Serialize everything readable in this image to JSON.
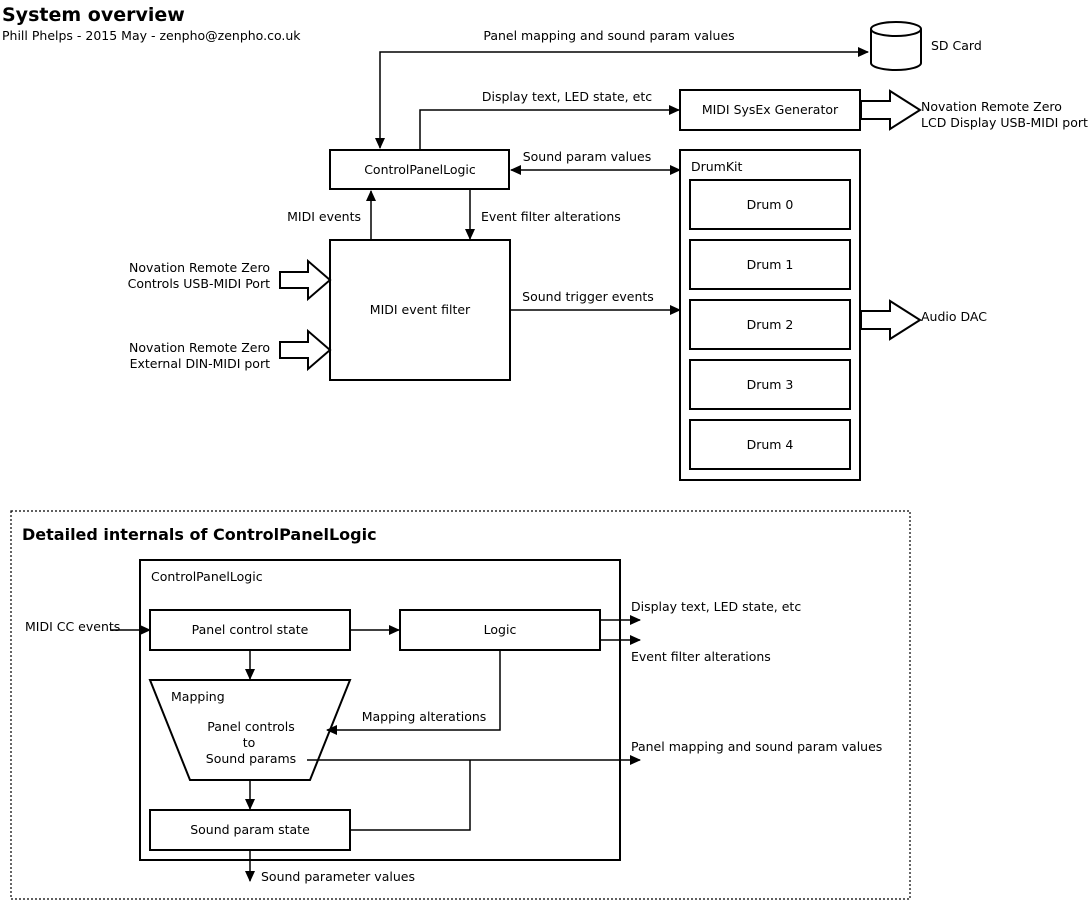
{
  "header": {
    "title": "System overview",
    "subtitle": "Phill Phelps - 2015 May - zenpho@zenpho.co.uk"
  },
  "overview": {
    "sd_card": "SD Card",
    "panel_mapping_label": "Panel mapping and sound param values",
    "display_text_label": "Display text, LED state, etc",
    "sysex_generator": "MIDI SysEx Generator",
    "lcd_output_line1": "Novation Remote Zero",
    "lcd_output_line2": "LCD Display USB-MIDI port",
    "control_panel_logic": "ControlPanelLogic",
    "sound_param_values": "Sound param values",
    "midi_events": "MIDI events",
    "event_filter_alterations": "Event filter alterations",
    "midi_event_filter": "MIDI event filter",
    "sound_trigger_events": "Sound trigger events",
    "controls_input_line1": "Novation Remote Zero",
    "controls_input_line2": "Controls USB-MIDI Port",
    "din_input_line1": "Novation Remote Zero",
    "din_input_line2": "External DIN-MIDI port",
    "drumkit": "DrumKit",
    "drums": [
      "Drum 0",
      "Drum 1",
      "Drum 2",
      "Drum 3",
      "Drum 4"
    ],
    "audio_dac": "Audio DAC"
  },
  "detail": {
    "title": "Detailed internals of ControlPanelLogic",
    "container": "ControlPanelLogic",
    "midi_cc_events": "MIDI CC events",
    "panel_control_state": "Panel control state",
    "logic": "Logic",
    "display_text_label": "Display text, LED state, etc",
    "event_filter_alterations": "Event filter alterations",
    "mapping": "Mapping",
    "mapping_line1": "Panel controls",
    "mapping_line2": "to",
    "mapping_line3": "Sound params",
    "mapping_alterations": "Mapping alterations",
    "panel_mapping_label": "Panel mapping and sound param values",
    "sound_param_state": "Sound param state",
    "sound_parameter_values": "Sound parameter values"
  }
}
